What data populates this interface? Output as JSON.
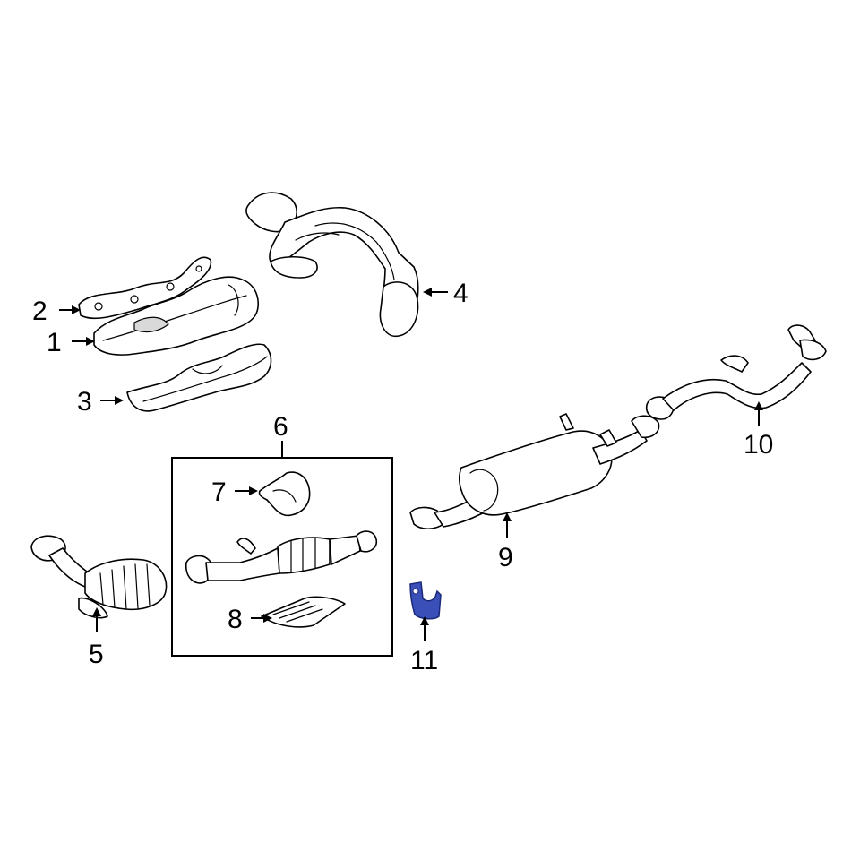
{
  "diagram": {
    "callouts": [
      {
        "id": "1",
        "label": "1"
      },
      {
        "id": "2",
        "label": "2"
      },
      {
        "id": "3",
        "label": "3"
      },
      {
        "id": "4",
        "label": "4"
      },
      {
        "id": "5",
        "label": "5"
      },
      {
        "id": "6",
        "label": "6"
      },
      {
        "id": "7",
        "label": "7"
      },
      {
        "id": "8",
        "label": "8"
      },
      {
        "id": "9",
        "label": "9"
      },
      {
        "id": "10",
        "label": "10"
      },
      {
        "id": "11",
        "label": "11"
      }
    ],
    "highlight_color": "#3b4fb8",
    "line_color": "#000000",
    "background": "#ffffff"
  }
}
